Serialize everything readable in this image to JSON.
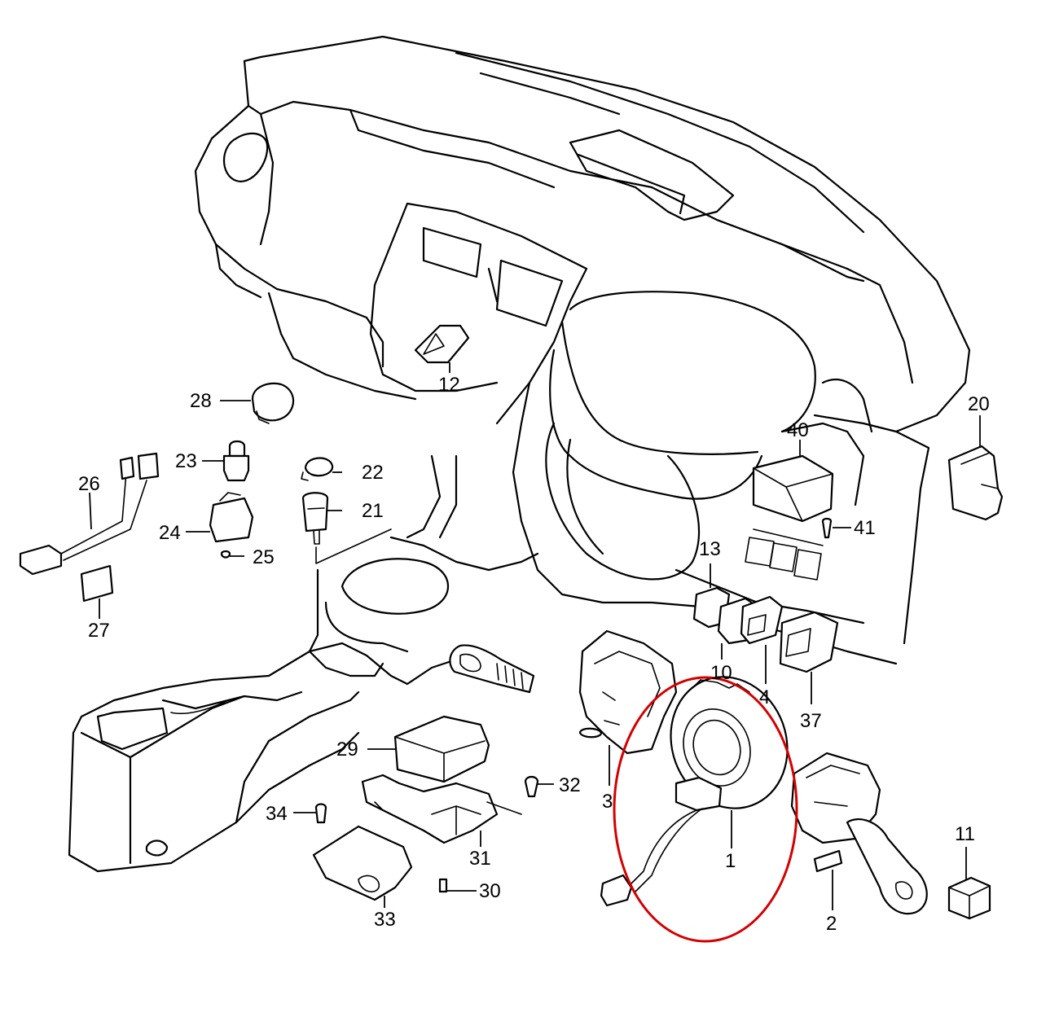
{
  "callouts": [
    {
      "id": "1",
      "label": "1"
    },
    {
      "id": "2",
      "label": "2"
    },
    {
      "id": "3",
      "label": "3"
    },
    {
      "id": "4",
      "label": "4"
    },
    {
      "id": "10",
      "label": "10"
    },
    {
      "id": "11",
      "label": "11"
    },
    {
      "id": "12",
      "label": "12"
    },
    {
      "id": "13",
      "label": "13"
    },
    {
      "id": "20",
      "label": "20"
    },
    {
      "id": "21",
      "label": "21"
    },
    {
      "id": "22",
      "label": "22"
    },
    {
      "id": "23",
      "label": "23"
    },
    {
      "id": "24",
      "label": "24"
    },
    {
      "id": "25",
      "label": "25"
    },
    {
      "id": "26",
      "label": "26"
    },
    {
      "id": "27",
      "label": "27"
    },
    {
      "id": "28",
      "label": "28"
    },
    {
      "id": "29",
      "label": "29"
    },
    {
      "id": "30",
      "label": "30"
    },
    {
      "id": "31",
      "label": "31"
    },
    {
      "id": "32",
      "label": "32"
    },
    {
      "id": "33",
      "label": "33"
    },
    {
      "id": "34",
      "label": "34"
    },
    {
      "id": "37",
      "label": "37"
    },
    {
      "id": "40",
      "label": "40"
    },
    {
      "id": "41",
      "label": "41"
    }
  ],
  "highlight": {
    "target": "1",
    "color": "#d40000"
  },
  "colors": {
    "line": "#000000",
    "background": "#ffffff"
  }
}
